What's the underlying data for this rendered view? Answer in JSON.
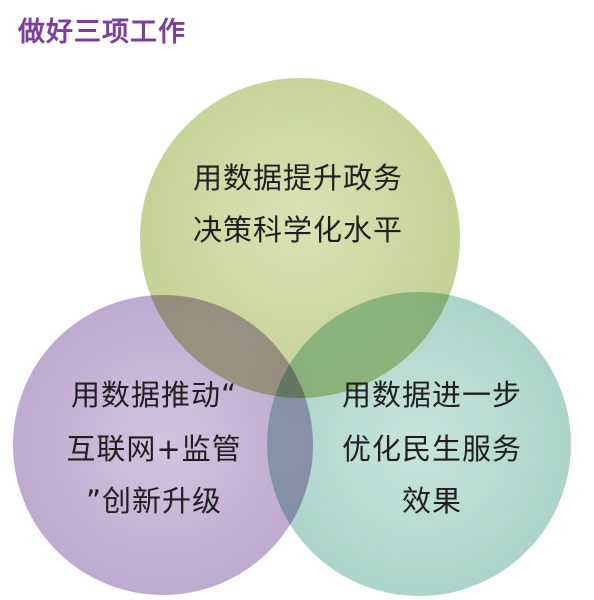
{
  "title": "做好三项工作",
  "colors": {
    "title": "#7b3fa0",
    "circle_top": "#c9d79a",
    "circle_left": "#b8a2cc",
    "circle_right": "#a8d4c8",
    "text": "#1f1f1f"
  },
  "circles": [
    {
      "id": "top",
      "lines": [
        "用数据提升政务",
        "决策科学化水平"
      ]
    },
    {
      "id": "left",
      "lines": [
        "用数据推动“",
        "互联网+监管",
        "”创新升级"
      ]
    },
    {
      "id": "right",
      "lines": [
        "用数据进一步",
        "优化民生服务",
        "效果"
      ]
    }
  ]
}
